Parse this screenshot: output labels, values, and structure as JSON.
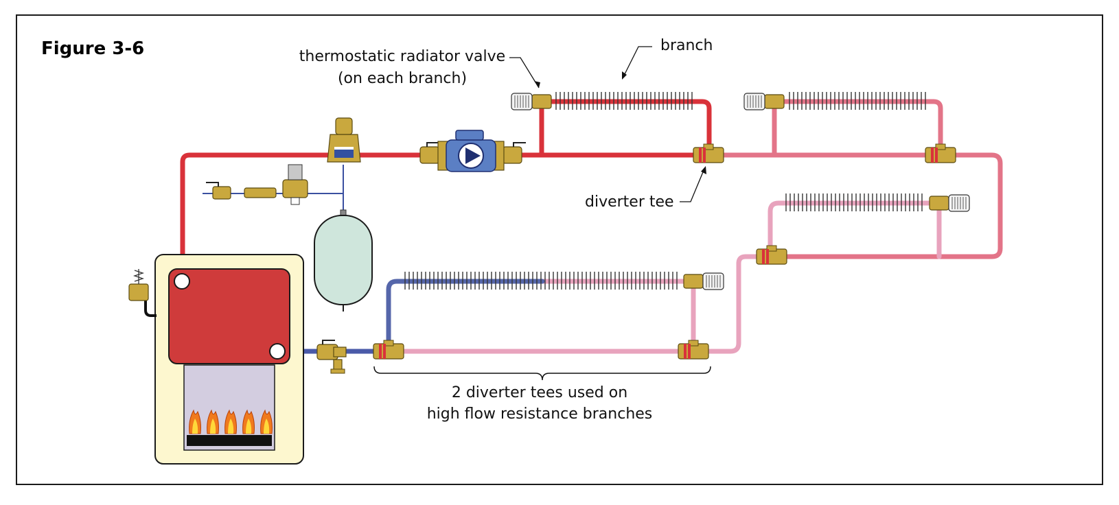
{
  "figure_label": "Figure 3-6",
  "labels": {
    "trv": "thermostatic radiator valve",
    "trv_sub": "(on each branch)",
    "branch": "branch",
    "diverter_tee": "diverter tee",
    "brace_line1": "2 diverter tees used on",
    "brace_line2": "high flow resistance branches"
  },
  "colors": {
    "hot": "#d9323a",
    "warm": "#e37488",
    "cool": "#e8a3bd",
    "cold": "#5566aa",
    "brass": "#c9a83e",
    "boiler": "#cf3b3b",
    "cabinet": "#fdf7cf",
    "tank": "#cfe6dc"
  }
}
